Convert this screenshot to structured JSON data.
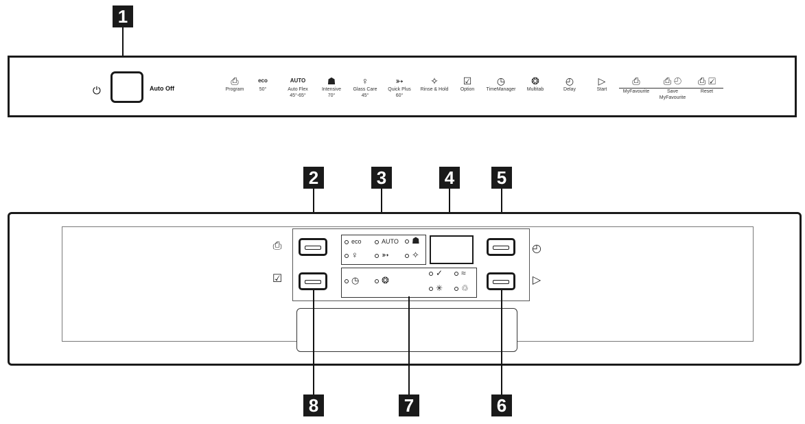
{
  "callouts": [
    "1",
    "2",
    "3",
    "4",
    "5",
    "6",
    "7",
    "8"
  ],
  "top_panel": {
    "power_symbol": "⏻",
    "auto_off_label": "Auto Off",
    "symbols": [
      {
        "icon": "⎙",
        "label": "Program",
        "sub": ""
      },
      {
        "icon": "eco",
        "label": "",
        "sub": "50°"
      },
      {
        "icon": "AUTO",
        "label": "Auto Flex",
        "sub": "45°-65°"
      },
      {
        "icon": "☗",
        "label": "Intensive",
        "sub": "70°"
      },
      {
        "icon": "♀",
        "label": "Glass Care",
        "sub": "45°"
      },
      {
        "icon": "➳",
        "label": "Quick Plus",
        "sub": "60°"
      },
      {
        "icon": "✧",
        "label": "Rinse & Hold",
        "sub": ""
      },
      {
        "icon": "☑",
        "label": "Option",
        "sub": ""
      },
      {
        "icon": "◷",
        "label": "TimeManager",
        "sub": ""
      },
      {
        "icon": "❂",
        "label": "Multitab",
        "sub": ""
      },
      {
        "icon": "◴",
        "label": "Delay",
        "sub": ""
      },
      {
        "icon": "▷",
        "label": "Start",
        "sub": ""
      },
      {
        "icon": "⎙",
        "label": "MyFavourite",
        "sub": ""
      }
    ],
    "save_label": "Save",
    "save_sub": "MyFavourite",
    "reset_label": "Reset"
  },
  "bottom_panel": {
    "program_icon": "⎙",
    "option_icon": "☑",
    "delay_icon": "◴",
    "start_icon": "▷",
    "lamps_top": [
      {
        "text": "eco"
      },
      {
        "text": "AUTO"
      },
      {
        "text": "☗"
      },
      {
        "text": "♀"
      },
      {
        "text": "➳"
      },
      {
        "text": "✧"
      }
    ],
    "lamps_bottom": [
      {
        "text": "◷"
      },
      {
        "text": "❂"
      },
      {
        "text": "✓"
      },
      {
        "text": "≈"
      },
      {
        "text": "✳"
      },
      {
        "text": "♲"
      }
    ]
  }
}
